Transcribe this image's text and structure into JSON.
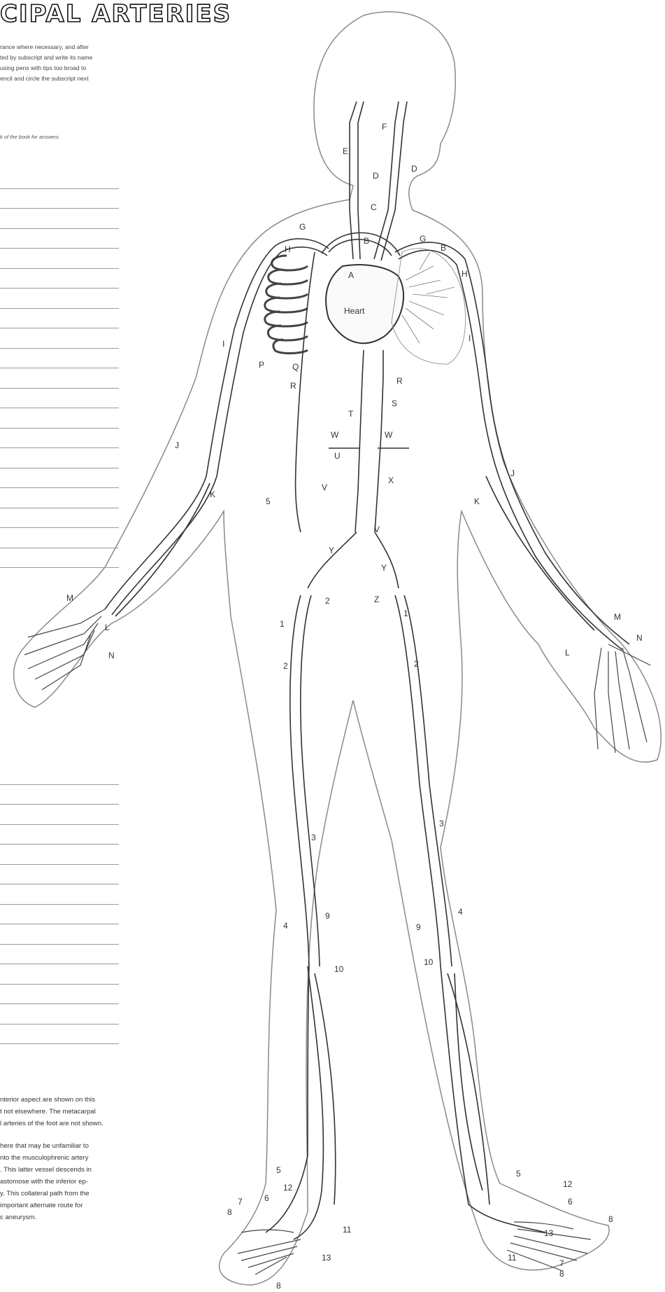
{
  "title": "CIPAL ARTERIES",
  "instructions": [
    "rance where necessary, and after",
    "ted by subscript and write its name",
    "using pens with tips too broad to",
    "encil and circle the subscript next"
  ],
  "answer_note": "k of the book for answers.",
  "blank_lines_upper": 20,
  "blank_lines_lower": 14,
  "paragraphs": [
    [
      "nterior aspect are shown on this",
      "t not elsewhere. The metacarpal",
      "l arteries of the foot are not shown."
    ],
    [
      "here that may be unfamiliar to",
      "nto the musculophrenic artery",
      ". This latter vessel descends in",
      "astomose with the inferior ep-",
      "y. This collateral path from the",
      "important alternate route for",
      "c aneurysm."
    ]
  ],
  "heart_label": "Heart",
  "labels": {
    "A": "A",
    "B": "B",
    "C": "C",
    "D": "D",
    "E": "E",
    "F": "F",
    "G": "G",
    "H": "H",
    "I": "I",
    "J": "J",
    "K": "K",
    "L": "L",
    "M": "M",
    "N": "N",
    "P": "P",
    "Q": "Q",
    "R": "R",
    "S": "S",
    "T": "T",
    "U": "U",
    "V": "V",
    "W": "W",
    "X": "X",
    "Y": "Y",
    "Z": "Z",
    "n1": "1",
    "n2": "2",
    "n3": "3",
    "n4": "4",
    "n5": "5",
    "n6": "6",
    "n7": "7",
    "n8": "8",
    "n9": "9",
    "n10": "10",
    "n11": "11",
    "n12": "12",
    "n13": "13"
  }
}
